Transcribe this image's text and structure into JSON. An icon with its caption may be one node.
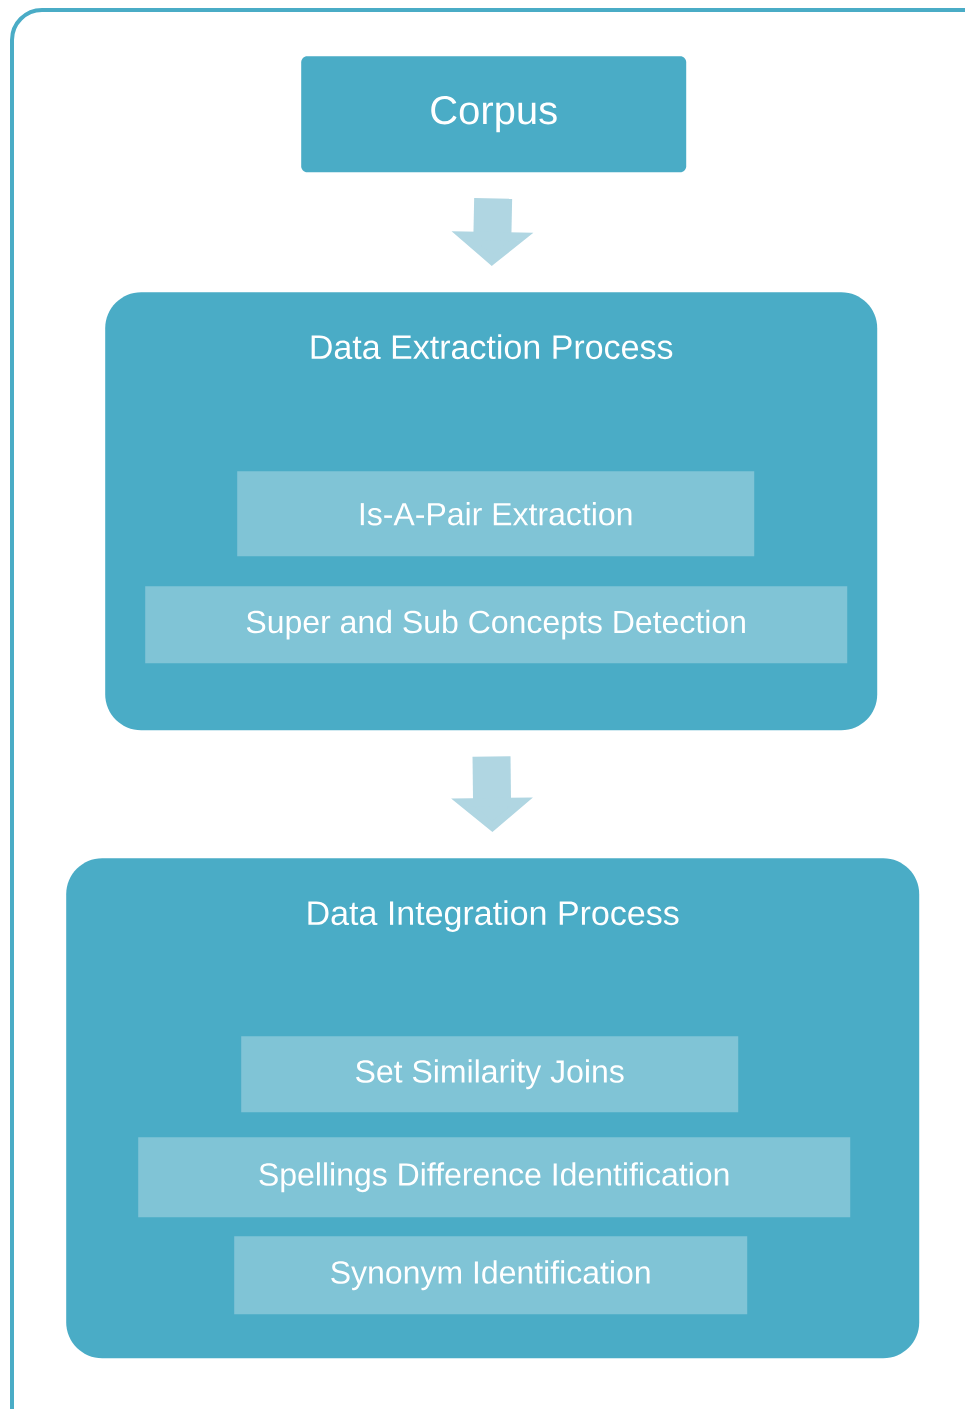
{
  "diagram": {
    "nodes": [
      {
        "text": [
          "Corpus"
        ]
      },
      {
        "text": [
          "Data Extraction Process"
        ]
      },
      {
        "text": [
          "Is-A-Pair Extraction"
        ],
        "in": 1
      },
      {
        "text": [
          "Super and Sub Concepts Detection"
        ],
        "in": 1
      },
      {
        "text": [
          "Data Integration Process"
        ]
      },
      {
        "text": [
          "Set Similarity Joins"
        ],
        "in": 4
      },
      {
        "text": [
          "Spellings Difference Identification"
        ],
        "in": 4
      },
      {
        "text": [
          "Synonym Identification"
        ],
        "in": 4
      }
    ],
    "edges": [
      {
        "from": 0,
        "to": 1,
        "arrow": "to"
      },
      {
        "from": 1,
        "to": 4,
        "arrow": "to"
      }
    ]
  }
}
